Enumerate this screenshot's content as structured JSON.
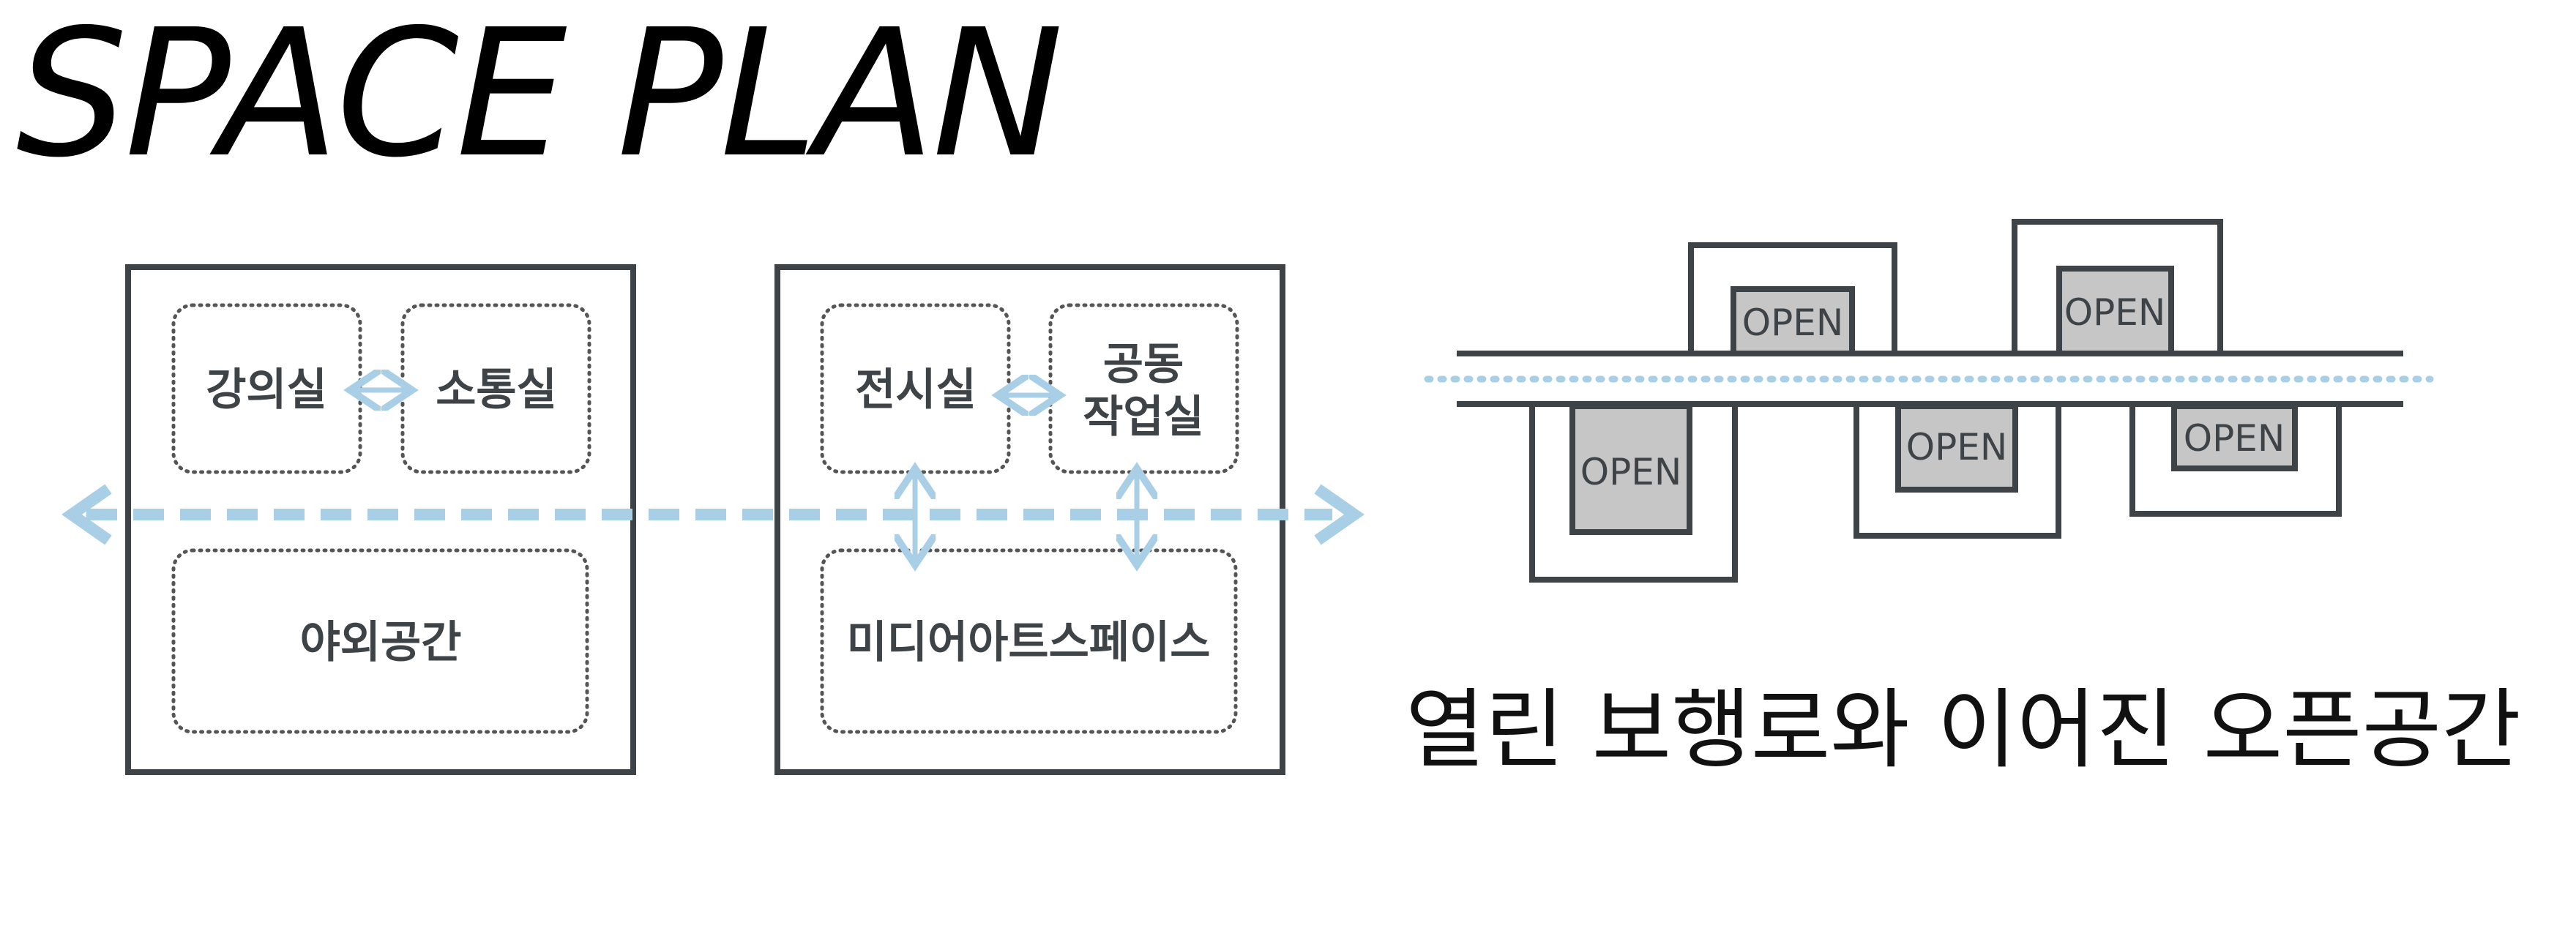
{
  "title": "SPACE PLAN",
  "caption": "열린 보행로와 이어진 오픈공간",
  "colors": {
    "frame": "#3d4347",
    "arrow": "#a8cfe6",
    "open_fill": "#c6c6c6",
    "text": "#3d4347"
  },
  "rooms": {
    "lecture": "강의실",
    "communication": "소통실",
    "outdoor": "야외공간",
    "exhibition": "전시실",
    "workshop_line1": "공동",
    "workshop_line2": "작업실",
    "media_art": "미디어아트스페이스"
  },
  "open_label": "OPEN"
}
